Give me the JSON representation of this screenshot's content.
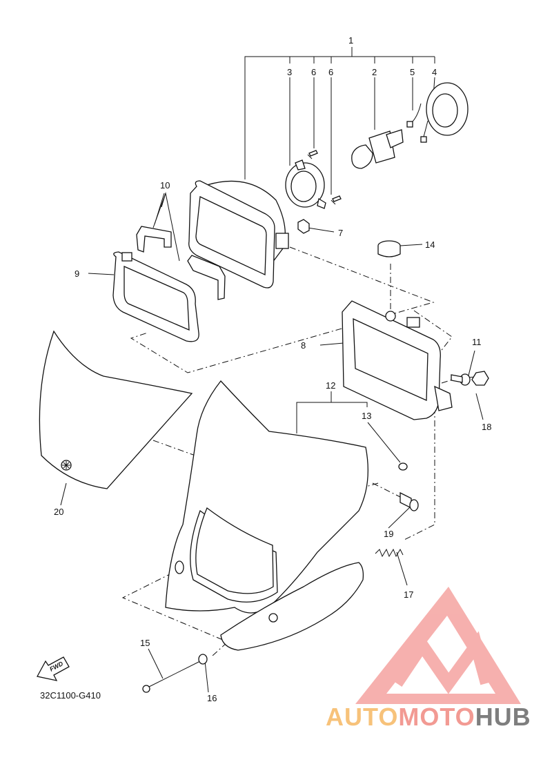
{
  "callouts": {
    "c1": "1",
    "c2": "2",
    "c3": "3",
    "c4": "4",
    "c5": "5",
    "c6a": "6",
    "c6b": "6",
    "c7": "7",
    "c8": "8",
    "c9": "9",
    "c10": "10",
    "c11": "11",
    "c12": "12",
    "c13": "13",
    "c14": "14",
    "c15": "15",
    "c16": "16",
    "c17": "17",
    "c18": "18",
    "c19": "19",
    "c20": "20"
  },
  "fwd_label": "FWD",
  "diagram_code": "32C1100-G410",
  "watermark": {
    "part1": "AUTO",
    "part2": "MOTO",
    "part3": "HUB",
    "colors": {
      "auto": "#f7c27a",
      "moto": "#f29a93",
      "hub": "#7e7e7e",
      "logo": "#f5a3a0"
    }
  }
}
